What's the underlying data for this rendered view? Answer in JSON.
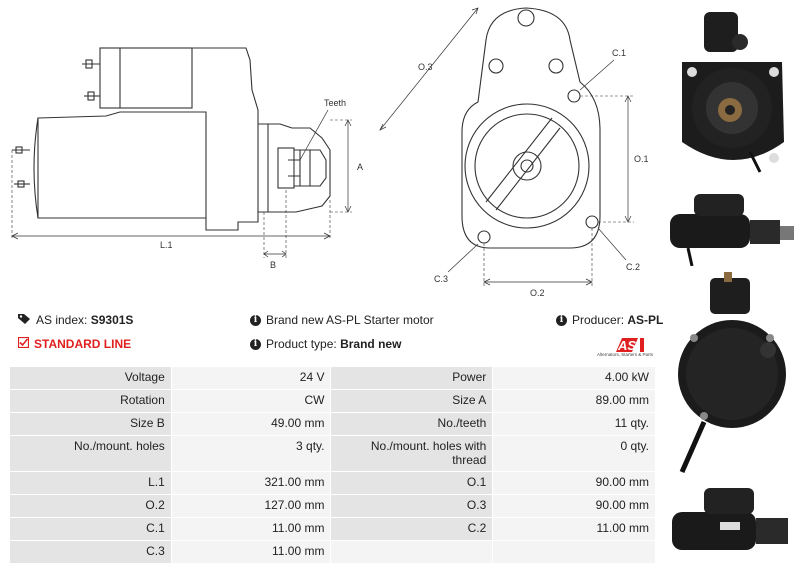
{
  "drawing_labels": {
    "teeth": "Teeth",
    "a": "A",
    "b": "B",
    "l1": "L.1",
    "o3": "O.3",
    "c1": "C.1",
    "o1": "O.1",
    "c3": "C.3",
    "c2": "C.2",
    "o2": "O.2"
  },
  "info": {
    "as_index_label": "AS index:",
    "as_index_value": "S9301S",
    "standard_line": "STANDARD LINE",
    "description": "Brand new AS-PL Starter motor",
    "product_type_label": "Product type:",
    "product_type_value": "Brand new",
    "producer_label": "Producer:",
    "producer_value": "AS-PL"
  },
  "logo": {
    "text": "AS",
    "tagline": "Alternators, Starters & Parts",
    "color": "#e02020"
  },
  "specs": [
    {
      "l1": "Voltage",
      "v1": "24 V",
      "l2": "Power",
      "v2": "4.00 kW"
    },
    {
      "l1": "Rotation",
      "v1": "CW",
      "l2": "Size A",
      "v2": "89.00 mm"
    },
    {
      "l1": "Size B",
      "v1": "49.00 mm",
      "l2": "No./teeth",
      "v2": "11 qty."
    },
    {
      "l1": "No./mount. holes",
      "v1": "3 qty.",
      "l2": "No./mount. holes with thread",
      "v2": "0 qty."
    },
    {
      "l1": "L.1",
      "v1": "321.00 mm",
      "l2": "O.1",
      "v2": "90.00 mm"
    },
    {
      "l1": "O.2",
      "v1": "127.00 mm",
      "l2": "O.3",
      "v2": "90.00 mm"
    },
    {
      "l1": "C.1",
      "v1": "11.00 mm",
      "l2": "C.2",
      "v2": "11.00 mm"
    },
    {
      "l1": "C.3",
      "v1": "11.00 mm",
      "l2": "",
      "v2": ""
    }
  ],
  "icons": {
    "tag": "tag-icon",
    "check": "checkbox-icon",
    "info": "info-icon"
  }
}
